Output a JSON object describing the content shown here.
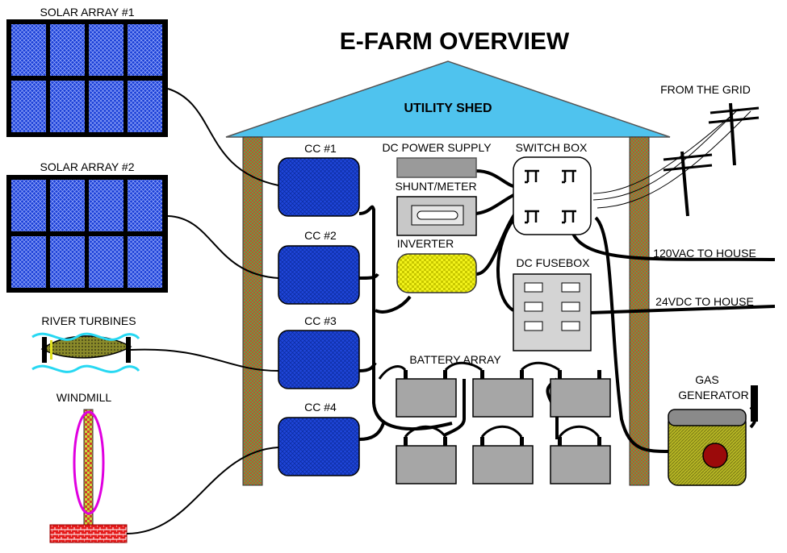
{
  "title": "E-FARM OVERVIEW",
  "shed_label": "UTILITY SHED",
  "labels": {
    "solar1": "SOLAR ARRAY #1",
    "solar2": "SOLAR ARRAY #2",
    "river": "RIVER TURBINES",
    "windmill": "WINDMILL",
    "cc1": "CC #1",
    "cc2": "CC #2",
    "cc3": "CC #3",
    "cc4": "CC #4",
    "dc_supply": "DC POWER SUPPLY",
    "shunt": "SHUNT/METER",
    "inverter": "INVERTER",
    "switch_box": "SWITCH BOX",
    "fusebox": "DC FUSEBOX",
    "battery": "BATTERY ARRAY",
    "grid": "FROM THE GRID",
    "ac_house": "120VAC TO HOUSE",
    "dc_house": "24VDC TO HOUSE",
    "gas_line1": "GAS",
    "gas_line2": "GENERATOR"
  },
  "colors": {
    "solar_blue": "#1a3fd6",
    "cc_blue": "#1f45d8",
    "roof": "#4fc3ee",
    "post": "#8a7a3a",
    "inverter": "#e6e600",
    "generator": "#9a9a2a",
    "generator_knob": "#9b0a0a",
    "battery": "#a6a6a6",
    "windmill_ring": "#e000e0",
    "turbine_wave": "#27d8f2",
    "brick": "#e41b1b"
  }
}
